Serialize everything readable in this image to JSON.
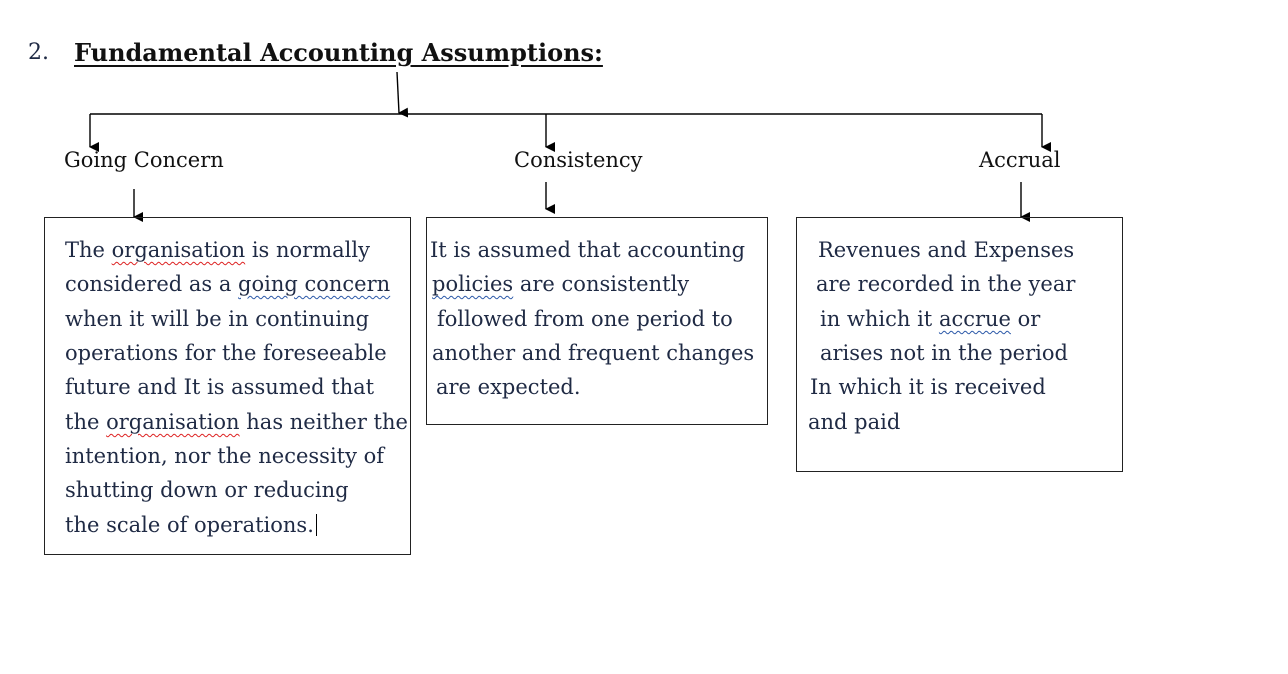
{
  "heading": {
    "number": "2.",
    "title": "Fundamental Accounting Assumptions:"
  },
  "branches": [
    {
      "label": "Going Concern",
      "lines": [
        [
          "The ",
          {
            "t": "organisation",
            "s": "red"
          },
          " is normally"
        ],
        [
          "considered as a ",
          {
            "t": "going concern",
            "s": "blue"
          }
        ],
        [
          "when it will be in continuing"
        ],
        [
          "operations for the foreseeable"
        ],
        [
          "future and It is assumed that"
        ],
        [
          "the ",
          {
            "t": "organisation",
            "s": "red"
          },
          " has neither the"
        ],
        [
          "intention, nor the necessity of"
        ],
        [
          "shutting down or reducing"
        ],
        [
          "the scale of operations."
        ]
      ]
    },
    {
      "label": "Consistency",
      "lines": [
        [
          "It is assumed that accounting"
        ],
        [
          {
            "t": "policies",
            "s": "blue"
          },
          " are consistently"
        ],
        [
          "followed from one period to"
        ],
        [
          "another and frequent changes"
        ],
        [
          "are expected."
        ]
      ]
    },
    {
      "label": "Accrual",
      "lines": [
        [
          "Revenues and Expenses"
        ],
        [
          "are recorded in the year"
        ],
        [
          "in which it ",
          {
            "t": "accrue",
            "s": "blue"
          },
          " or"
        ],
        [
          "arises not in the period"
        ],
        [
          "In which it is received"
        ],
        [
          "and paid"
        ]
      ]
    }
  ]
}
